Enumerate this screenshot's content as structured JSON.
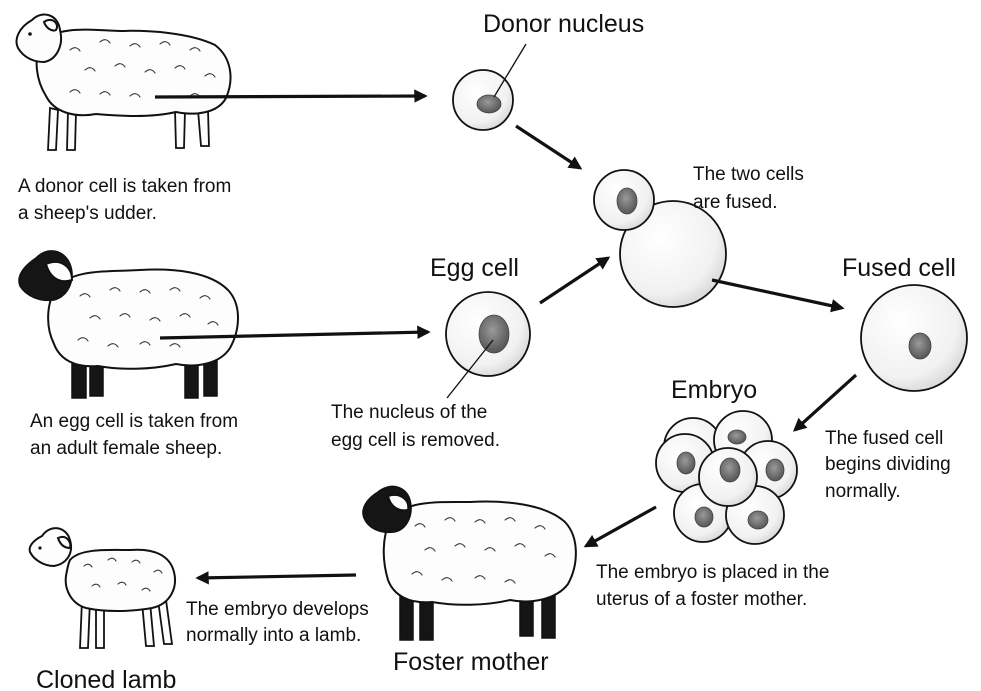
{
  "labels": {
    "donor_nucleus": "Donor nucleus",
    "egg_cell": "Egg cell",
    "fused_cell": "Fused cell",
    "embryo": "Embryo",
    "foster_mother": "Foster mother",
    "cloned_lamb": "Cloned lamb"
  },
  "captions": {
    "donor_cell": [
      "A donor cell is taken from",
      "a sheep's udder."
    ],
    "egg_taken": [
      "An egg cell is taken from",
      "an adult female sheep."
    ],
    "nucleus_removed": [
      "The nucleus of the",
      "egg cell is removed."
    ],
    "cells_fused": [
      "The two cells",
      "are fused."
    ],
    "begins_dividing": [
      "The fused cell",
      "begins dividing",
      "normally."
    ],
    "embryo_placed": [
      "The embryo is placed in the",
      "uterus of a foster mother."
    ],
    "develops": [
      "The embryo develops",
      "normally into a lamb."
    ]
  }
}
